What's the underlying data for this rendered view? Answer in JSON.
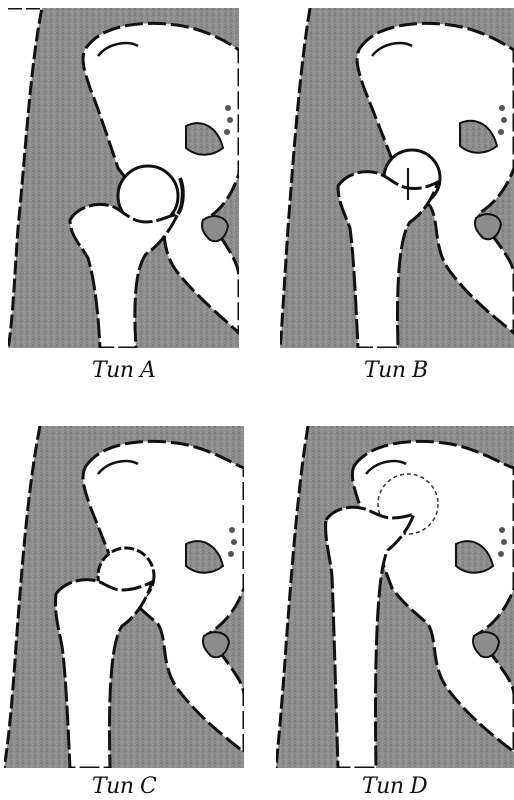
{
  "figure": {
    "panels": [
      {
        "id": "a",
        "label": "Tun A"
      },
      {
        "id": "b",
        "label": "Tun B"
      },
      {
        "id": "c",
        "label": "Tun C"
      },
      {
        "id": "d",
        "label": "Tun D"
      }
    ]
  },
  "colors": {
    "background_tissue": "#8c8c8c",
    "bone": "#ffffff",
    "outline": "#111111"
  }
}
